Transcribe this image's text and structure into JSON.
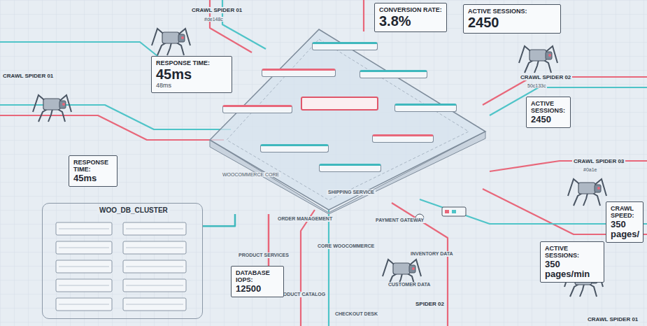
{
  "diagram": {
    "nodes": [
      {
        "text": [
          "WOOCOMMERCE CORE"
        ]
      },
      {
        "text": [
          "SHIPPING SERVICE"
        ],
        "in": 0
      },
      {
        "text": [
          "ORDER MANAGEMENT"
        ],
        "in": 0
      },
      {
        "text": [
          "PAYMENT GATEWAY"
        ],
        "in": 0
      },
      {
        "text": [
          "PRODUCT SERVICES"
        ],
        "in": 0
      },
      {
        "text": [
          "CORE WOOCOMMERCE"
        ],
        "in": 0
      },
      {
        "text": [
          "INVENTORY DATA"
        ],
        "in": 0
      },
      {
        "text": [
          "PRODUCT CATALOG"
        ],
        "in": 0
      },
      {
        "text": [
          "CUSTOMER DATA"
        ],
        "in": 0
      },
      {
        "text": [
          "CHECKOUT DESK"
        ],
        "in": 0
      },
      {
        "text": [
          "CONVERSION RATE:",
          "3.8%"
        ]
      },
      {
        "text": [
          "ACTIVE SESSIONS:",
          "2450"
        ]
      },
      {
        "text": [
          "RESPONSE TIME:",
          "45ms",
          "48ms"
        ]
      },
      {
        "text": [
          "ACTIVE SESSIONS:",
          "2450"
        ]
      },
      {
        "text": [
          "RESPONSE TIME:",
          "45ms"
        ]
      },
      {
        "text": [
          "WOO_DB_CLUSTER"
        ]
      },
      {
        "text": [
          "CRAWL SPEED:",
          "350 pages/"
        ]
      },
      {
        "text": [
          "ACTIVE SESSIONS:",
          "350 pages/min"
        ]
      },
      {
        "text": [
          "DATABASE IOPS:",
          "12500"
        ]
      }
    ],
    "edges": [
      {
        "from": 0,
        "to": 15,
        "arrow": "none"
      },
      {
        "from": 0,
        "to": 18,
        "arrow": "none"
      }
    ],
    "labels": [
      "CRAWL SPIDER 01",
      "#de148c",
      "CRAWL SPIDER 01",
      "CRAWL SPIDER 02",
      "50c133c",
      "CRAWL SPIDER 03",
      "#0a1e",
      "SPIDER 02",
      "CRAWL SPIDER 01"
    ]
  }
}
